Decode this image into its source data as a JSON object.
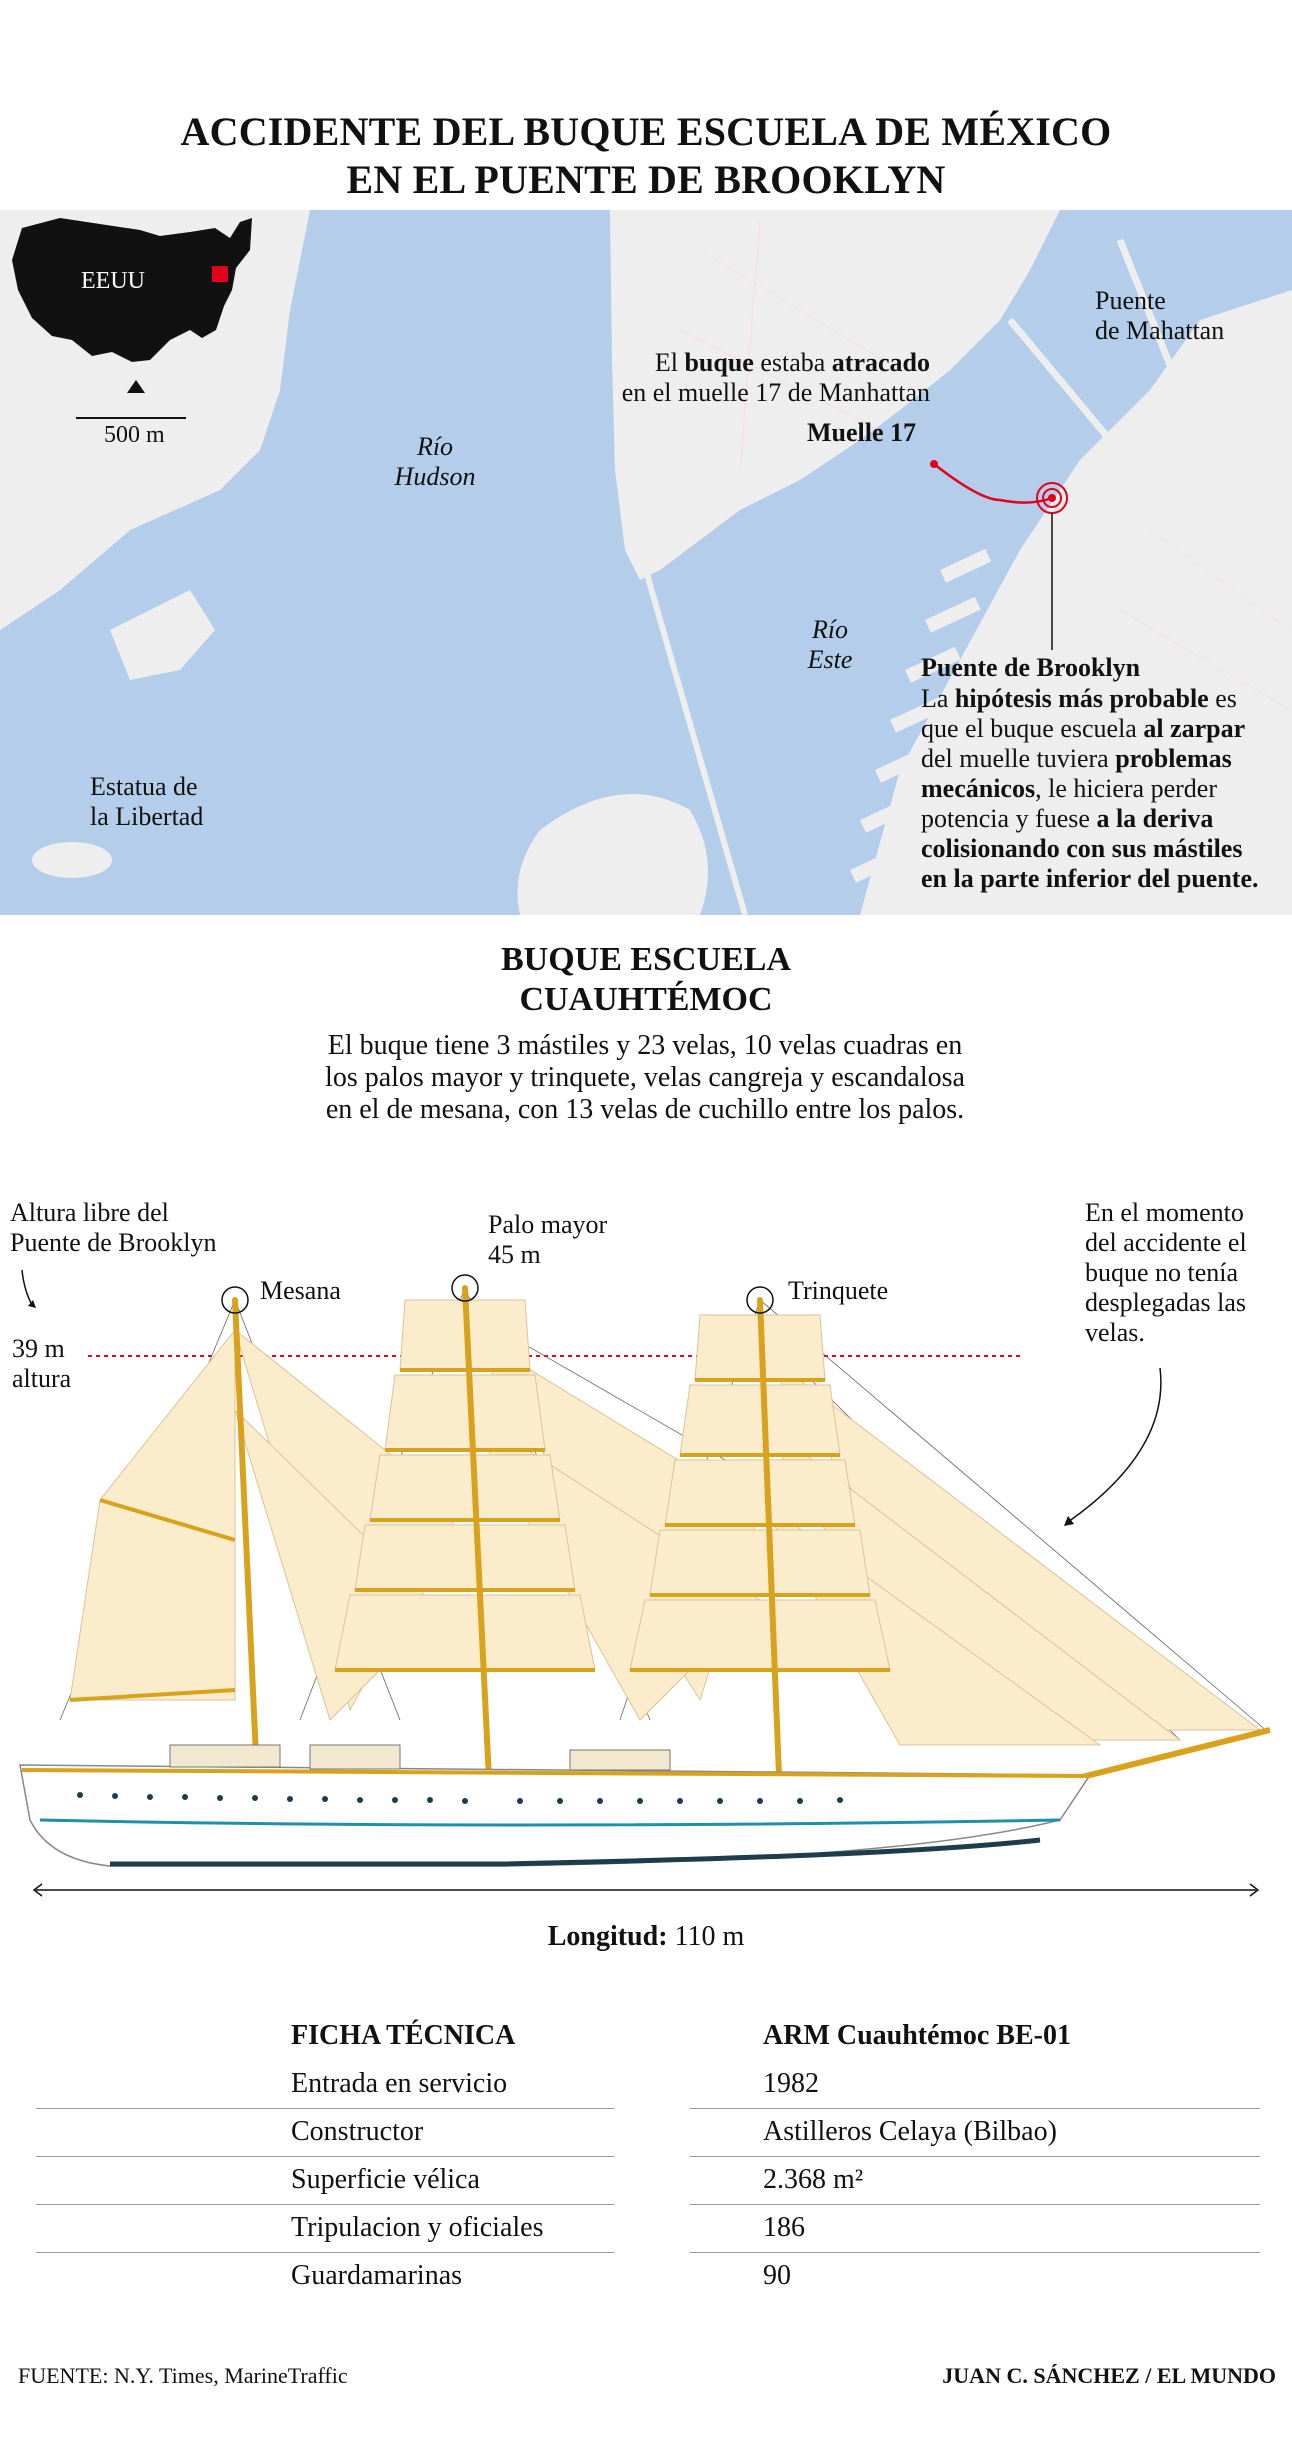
{
  "header": {
    "title_line1": "ACCIDENTE DEL BUQUE ESCUELA DE MÉXICO",
    "title_line2": "EN EL PUENTE DE BROOKLYN"
  },
  "map": {
    "inset_label": "EEUU",
    "scale_label": "500 m",
    "rio_hudson_1": "Río",
    "rio_hudson_2": "Hudson",
    "rio_este_1": "Río",
    "rio_este_2": "Este",
    "puente_mah_1": "Puente",
    "puente_mah_2": "de Mahattan",
    "buque_note": {
      "pre": "El ",
      "b1": "buque",
      "mid": " estaba ",
      "b2": "atracado",
      "line2": "en el muelle 17 de Manhattan"
    },
    "muelle": "Muelle 17",
    "estatua_1": "Estatua de",
    "estatua_2": "la Libertad",
    "puente_brooklyn": "Puente de Brooklyn",
    "hypothesis": {
      "l1a": "La ",
      "l1b": "hipótesis más probable",
      "l1c": " es",
      "l2a": "que el buque escuela ",
      "l2b": "al zarpar",
      "l3a": "del muelle tuviera ",
      "l3b": "problemas",
      "l4a": "mecánicos",
      "l4b": ", le hiciera perder",
      "l5a": "potencia y fuese ",
      "l5b": "a la deriva",
      "l6": "colisionando con sus mástiles",
      "l7": "en la parte inferior del puente."
    },
    "colors": {
      "water": "#b3cdea",
      "land": "#eeeeee",
      "route": "#e3001b"
    }
  },
  "ship_section": {
    "title_line1": "BUQUE ESCUELA",
    "title_line2": "CUAUHTÉMOC",
    "intro_l1": "El buque tiene 3 mástiles y 23 velas, 10 velas cuadras en",
    "intro_l2": "los palos mayor y trinquete, velas cangreja y escandalosa",
    "intro_l3": "en el de mesana, con 13 velas de cuchillo entre los palos.",
    "altura_1": "Altura libre del",
    "altura_2": "Puente de Brooklyn",
    "altura_val_1": "39 m",
    "altura_val_2": "altura",
    "mesana": "Mesana",
    "palo_mayor_1": "Palo mayor",
    "palo_mayor_2": "45 m",
    "trinquete": "Trinquete",
    "momento_1": "En el momento",
    "momento_2": "del accidente el",
    "momento_3": "buque no tenía",
    "momento_4": "desplegadas las",
    "momento_5": "velas.",
    "longitud_label": "Longitud:",
    "longitud_value": " 110 m",
    "colors": {
      "sail": "#fbeccb",
      "mast": "#d9a21c",
      "hull": "#ffffff",
      "stripe": "#1f8fb0"
    }
  },
  "spec_table": {
    "header_left": "FICHA TÉCNICA",
    "header_right": "ARM Cuauhtémoc BE-01",
    "rows": [
      {
        "label": "Entrada en servicio",
        "value": "1982"
      },
      {
        "label": "Constructor",
        "value": "Astilleros Celaya (Bilbao)"
      },
      {
        "label": "Superficie vélica",
        "value": "2.368 m²"
      },
      {
        "label": "Tripulacion y oficiales",
        "value": "186"
      },
      {
        "label": "Guardamarinas",
        "value": "90"
      }
    ]
  },
  "footer": {
    "source": "FUENTE: N.Y. Times, MarineTraffic",
    "credit": "JUAN C. SÁNCHEZ / EL MUNDO"
  }
}
